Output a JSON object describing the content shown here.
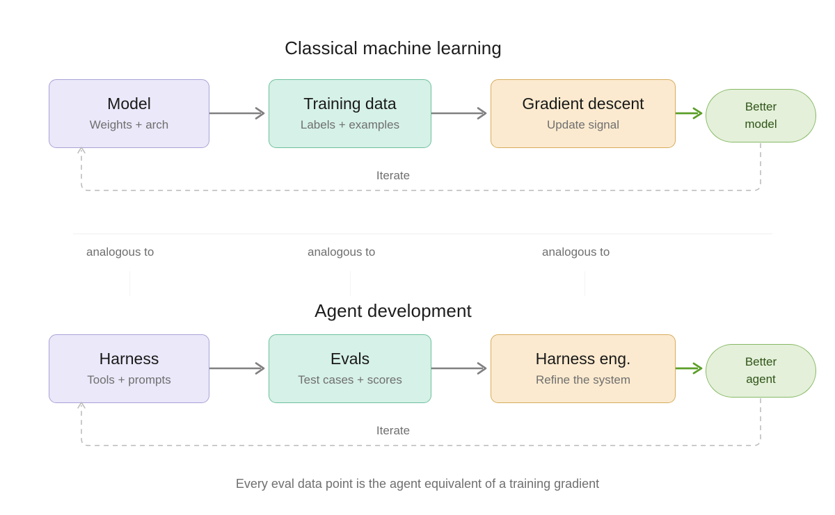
{
  "sections": [
    {
      "id": "classical",
      "title": "Classical machine learning",
      "nodes": [
        {
          "headline": "Model",
          "subline": "Weights + arch"
        },
        {
          "headline": "Training data",
          "subline": "Labels + examples"
        },
        {
          "headline": "Gradient descent",
          "subline": "Update signal"
        }
      ],
      "outcome": {
        "line1": "Better",
        "line2": "model"
      },
      "loop_label": "Iterate"
    },
    {
      "id": "agent",
      "title": "Agent development",
      "nodes": [
        {
          "headline": "Harness",
          "subline": "Tools + prompts"
        },
        {
          "headline": "Evals",
          "subline": "Test cases + scores"
        },
        {
          "headline": "Harness eng.",
          "subline": "Refine the system"
        }
      ],
      "outcome": {
        "line1": "Better",
        "line2": "agent"
      },
      "loop_label": "Iterate"
    }
  ],
  "analogy_links": [
    {
      "label": "analogous to"
    },
    {
      "label": "analogous to"
    },
    {
      "label": "analogous to"
    }
  ],
  "footer": {
    "caption": "Every eval data point is the agent equivalent of a training gradient"
  },
  "colors": {
    "background": "#ffffff",
    "purple_fill": "#eae8f9",
    "purple_stroke": "#a8a1d6",
    "teal_fill": "#d6f1e7",
    "teal_stroke": "#6cc09c",
    "orange_fill": "#fbeacf",
    "orange_stroke": "#d7ab5c",
    "outcome_fill": "#e4f0da",
    "outcome_stroke": "#85b862",
    "outcome_text": "#2f5418",
    "arrow_gray": "#808080",
    "arrow_green": "#5a9e26",
    "dashed_gray": "#b8b8b8",
    "headline_text": "#191919",
    "muted_text": "#6f6f6f",
    "divider": "#f0f0f0"
  }
}
